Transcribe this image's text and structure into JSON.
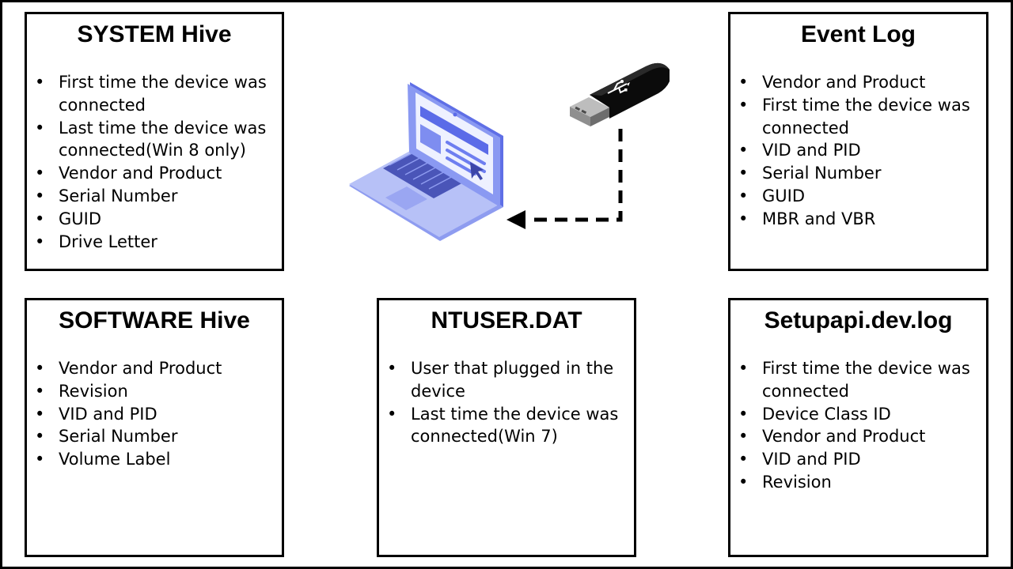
{
  "boxes": {
    "system": {
      "title": "SYSTEM Hive",
      "items": [
        "First time the device was connected",
        "Last time the device was connected(Win 8 only)",
        "Vendor and Product",
        "Serial Number",
        "GUID",
        "Drive Letter"
      ]
    },
    "event_log": {
      "title": "Event Log",
      "items": [
        "Vendor and Product",
        "First time the device was connected",
        "VID and PID",
        "Serial Number",
        "GUID",
        "MBR and VBR"
      ]
    },
    "software": {
      "title": "SOFTWARE Hive",
      "items": [
        "Vendor and Product",
        "Revision",
        "VID and PID",
        "Serial Number",
        "Volume Label"
      ]
    },
    "ntuser": {
      "title": "NTUSER.DAT",
      "items": [
        "User that plugged in the device",
        "Last time the device was connected(Win 7)"
      ]
    },
    "setupapi": {
      "title": "Setupapi.dev.log",
      "items": [
        "First time the device was connected",
        "Device Class ID",
        "Vendor and Product",
        "VID and PID",
        "Revision"
      ]
    }
  },
  "illustration": {
    "laptop_icon": "laptop-icon",
    "usb_icon": "usb-drive-icon",
    "arrow": "dashed-arrow-usb-to-laptop"
  },
  "colors": {
    "laptop_body": "#a7b3f5",
    "laptop_accent": "#5b6be8",
    "usb_body": "#111111"
  }
}
